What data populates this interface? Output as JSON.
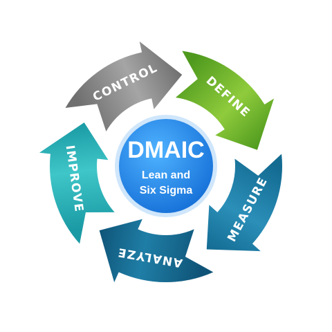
{
  "center": {
    "title": "DMAIC",
    "subtitle_line1": "Lean and",
    "subtitle_line2": "Six Sigma",
    "color_light": "#4fb3ff",
    "color_dark": "#1670d8"
  },
  "segments": [
    {
      "id": "define",
      "label": "DEFINE",
      "color_light": "#8fcb3c",
      "color_dark": "#4f9a1e"
    },
    {
      "id": "measure",
      "label": "MEASURE",
      "color_light": "#2b8fb8",
      "color_dark": "#136b92"
    },
    {
      "id": "analyze",
      "label": "ANALYZE",
      "color_light": "#1f7ea6",
      "color_dark": "#0f5478"
    },
    {
      "id": "improve",
      "label": "IMPROVE",
      "color_light": "#3fc6c8",
      "color_dark": "#1a9aa4"
    },
    {
      "id": "control",
      "label": "CONTROL",
      "color_light": "#a5a5a5",
      "color_dark": "#6f6f6f"
    }
  ]
}
